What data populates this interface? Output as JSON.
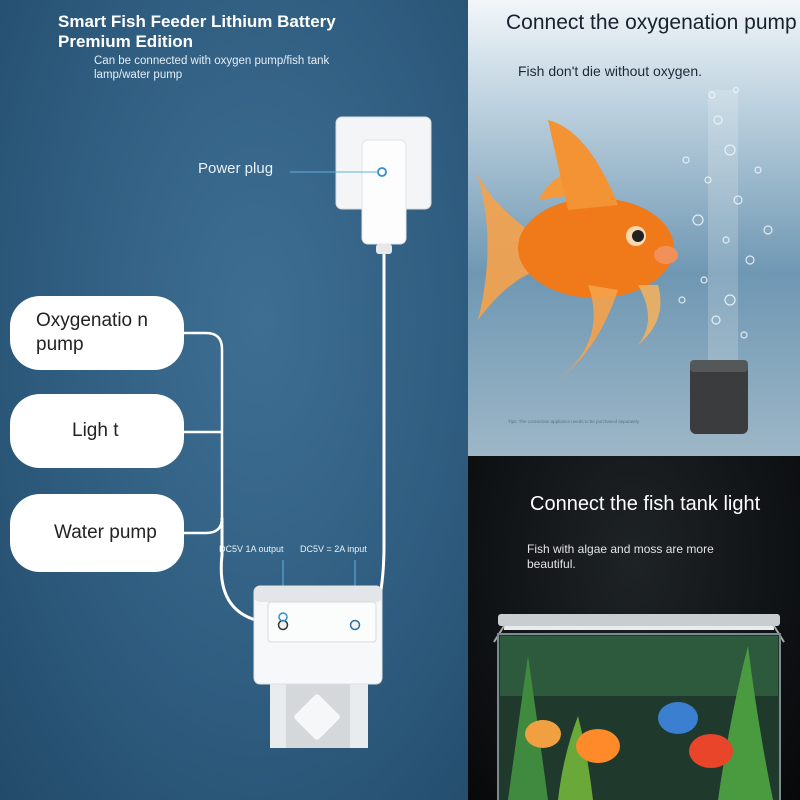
{
  "left_panel": {
    "title": "Smart Fish Feeder Lithium Battery Premium Edition",
    "subtitle": "Can be connected with oxygen pump/fish tank lamp/water pump",
    "power_plug_label": "Power plug",
    "output_label": "DC5V 1A output",
    "input_label": "DC5V = 2A input",
    "devices": [
      "Oxygenatio n pump",
      "Ligh t",
      "Water pump"
    ]
  },
  "right_top": {
    "title": "Connect the oxygenation pump",
    "subtitle": "Fish don't die without oxygen.",
    "fine_print": "Tips: The connection appliance needs to be purchased separately"
  },
  "right_bottom": {
    "title": "Connect the fish tank light",
    "subtitle": "Fish with algae and moss are more beautiful."
  },
  "colors": {
    "left_bg": "#2f5d80",
    "accent_blue": "#2f8fc8",
    "goldfish": "#f07a1a"
  }
}
